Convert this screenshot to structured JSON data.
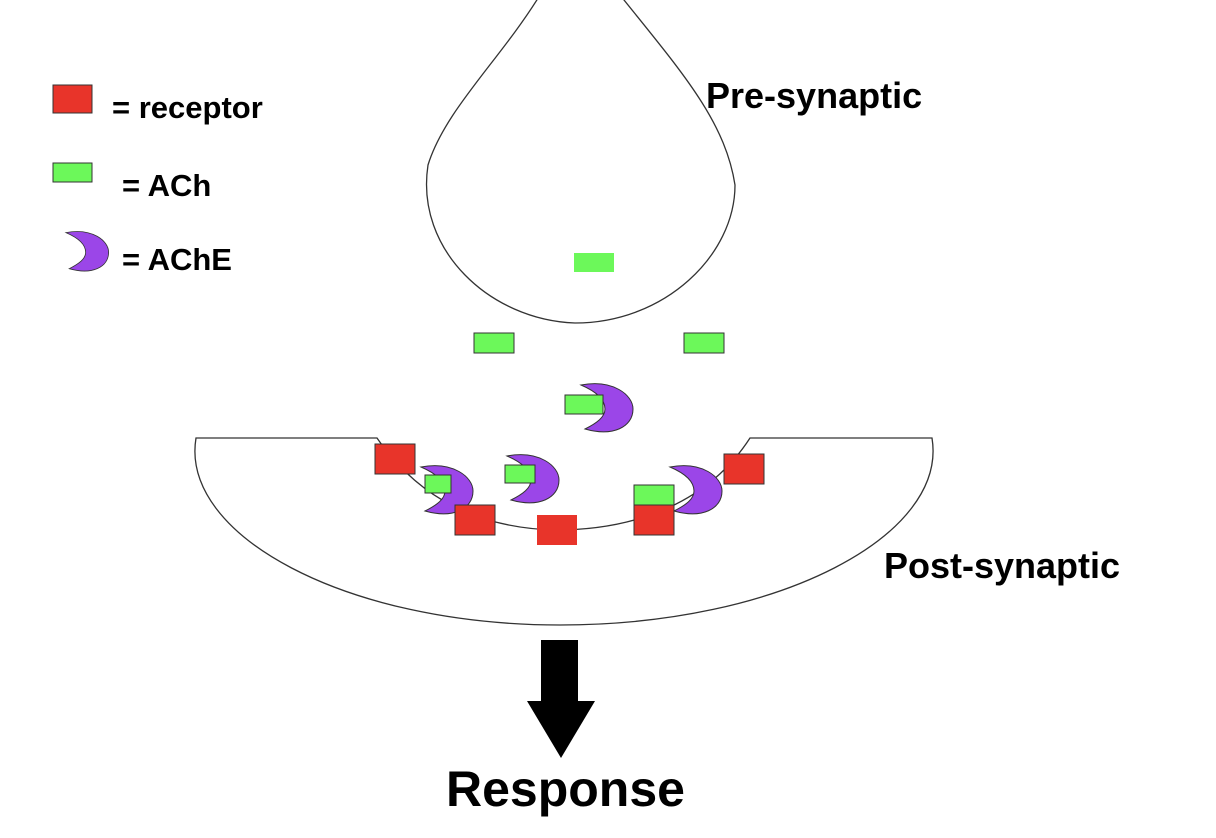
{
  "legend": {
    "receptor_label": "= receptor",
    "ach_label": "= ACh",
    "ache_label": "= AChE"
  },
  "labels": {
    "pre_synaptic": "Pre-synaptic",
    "post_synaptic": "Post-synaptic",
    "response": "Response"
  },
  "colors": {
    "receptor": "#e8342a",
    "ach": "#6cf85a",
    "ache": "#9b46e8",
    "arrow": "#000000"
  },
  "icons": {
    "ache": "pacman-crescent-icon",
    "arrow": "down-arrow-icon"
  }
}
